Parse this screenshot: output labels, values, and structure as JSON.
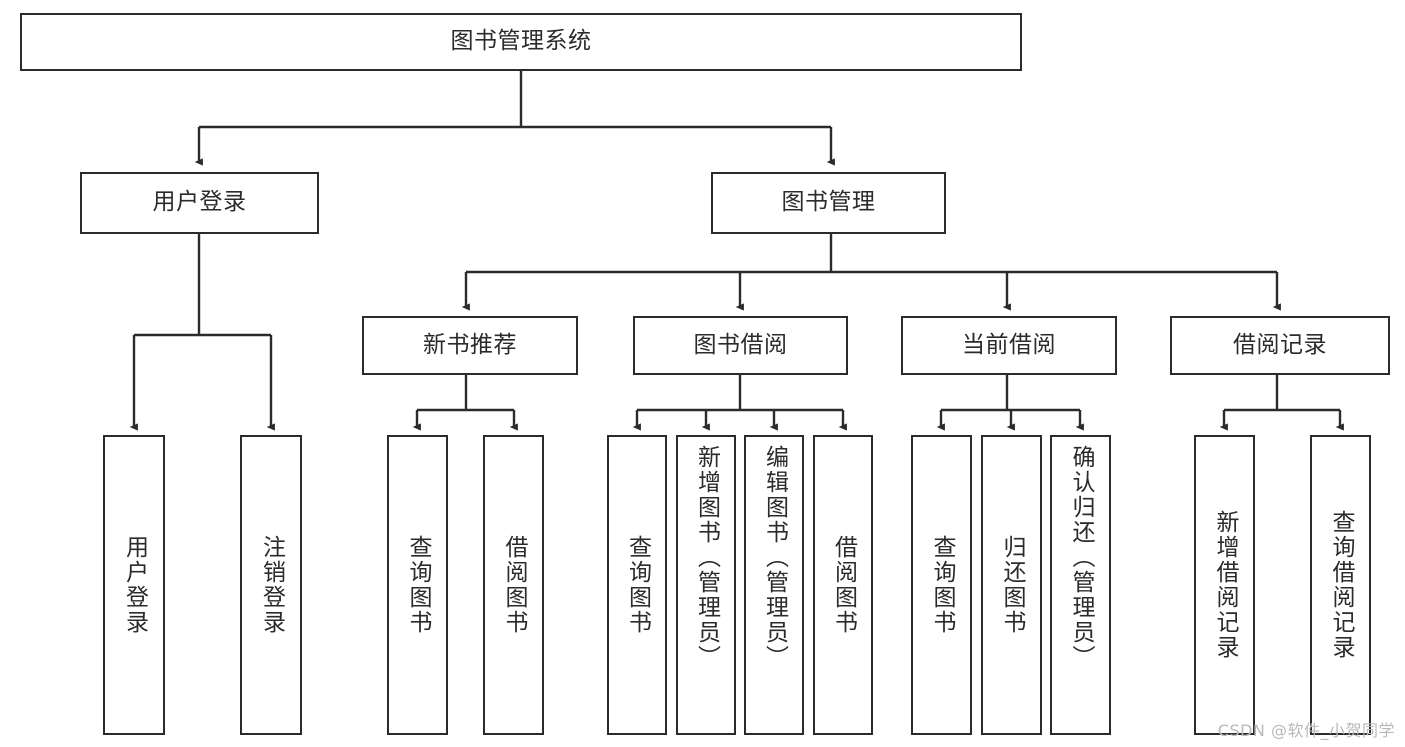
{
  "diagram": {
    "title": "图书管理系统",
    "type": "tree-hierarchy-chart",
    "watermark": "CSDN @软件_小贺同学",
    "colors": {
      "stroke": "#2b2b2b",
      "fill": "#ffffff",
      "watermark": "#b9b9b9"
    },
    "nodes": {
      "root": {
        "label": "图书管理系统"
      },
      "level1": [
        {
          "label": "用户登录"
        },
        {
          "label": "图书管理"
        }
      ],
      "level2": [
        {
          "label": "新书推荐"
        },
        {
          "label": "图书借阅"
        },
        {
          "label": "当前借阅"
        },
        {
          "label": "借阅记录"
        }
      ],
      "leaves": {
        "user_login": [
          {
            "label": "用户登录"
          },
          {
            "label": "注销登录"
          }
        ],
        "new_book_recommend": [
          {
            "label": "查询图书"
          },
          {
            "label": "借阅图书"
          }
        ],
        "book_borrow": [
          {
            "label": "查询图书"
          },
          {
            "label": "新增图书（管理员）"
          },
          {
            "label": "编辑图书（管理员）"
          },
          {
            "label": "借阅图书"
          }
        ],
        "current_borrow": [
          {
            "label": "查询图书"
          },
          {
            "label": "归还图书"
          },
          {
            "label": "确认归还（管理员）"
          }
        ],
        "borrow_records": [
          {
            "label": "新增借阅记录"
          },
          {
            "label": "查询借阅记录"
          }
        ]
      }
    }
  }
}
